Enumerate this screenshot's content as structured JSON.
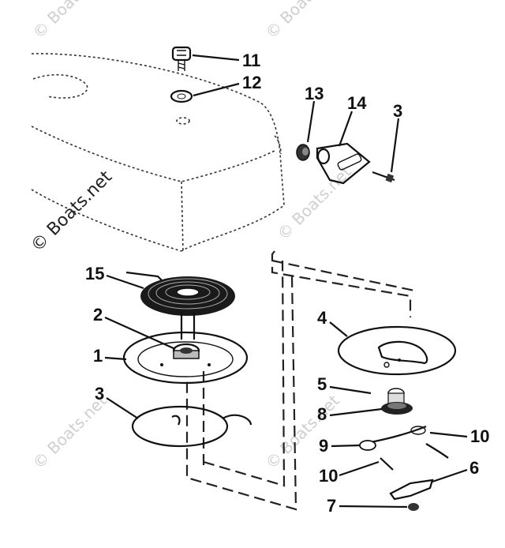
{
  "watermark": {
    "text": "© Boats.net"
  },
  "callouts": [
    {
      "id": "c11",
      "label": "11"
    },
    {
      "id": "c12",
      "label": "12"
    },
    {
      "id": "c13",
      "label": "13"
    },
    {
      "id": "c14",
      "label": "14"
    },
    {
      "id": "c3a",
      "label": "3"
    },
    {
      "id": "c15",
      "label": "15"
    },
    {
      "id": "c2",
      "label": "2"
    },
    {
      "id": "c1",
      "label": "1"
    },
    {
      "id": "c3b",
      "label": "3"
    },
    {
      "id": "c4",
      "label": "4"
    },
    {
      "id": "c5",
      "label": "5"
    },
    {
      "id": "c8",
      "label": "8"
    },
    {
      "id": "c9",
      "label": "9"
    },
    {
      "id": "c10a",
      "label": "10"
    },
    {
      "id": "c10b",
      "label": "10"
    },
    {
      "id": "c6",
      "label": "6"
    },
    {
      "id": "c7",
      "label": "7"
    }
  ]
}
